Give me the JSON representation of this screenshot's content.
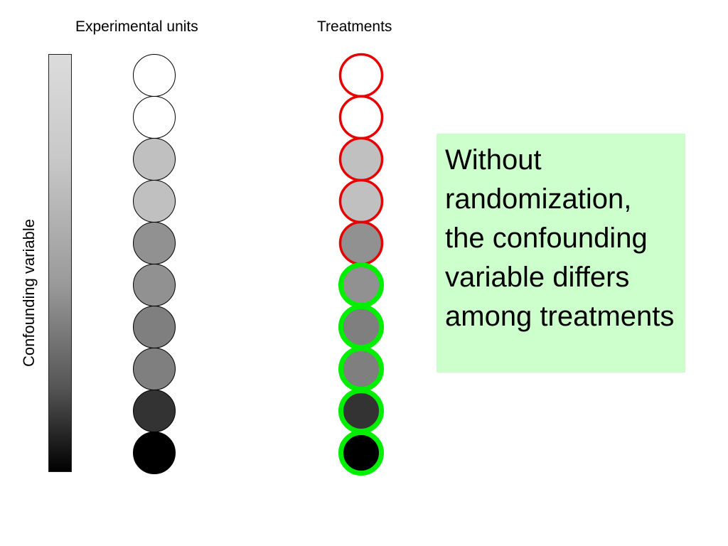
{
  "labels": {
    "experimental_units": "Experimental units",
    "treatments": "Treatments",
    "confounding_axis": "Confounding variable"
  },
  "note": "Without randomization, the confounding variable differs among treatments",
  "units": [
    {
      "fill": "#ffffff"
    },
    {
      "fill": "#ffffff"
    },
    {
      "fill": "#c0c0c0"
    },
    {
      "fill": "#c0c0c0"
    },
    {
      "fill": "#919191"
    },
    {
      "fill": "#919191"
    },
    {
      "fill": "#7f7f7f"
    },
    {
      "fill": "#7f7f7f"
    },
    {
      "fill": "#333333"
    },
    {
      "fill": "#000000"
    }
  ],
  "treatments": [
    {
      "fill": "#ffffff",
      "group": "red"
    },
    {
      "fill": "#ffffff",
      "group": "red"
    },
    {
      "fill": "#c0c0c0",
      "group": "red"
    },
    {
      "fill": "#c0c0c0",
      "group": "red"
    },
    {
      "fill": "#919191",
      "group": "red"
    },
    {
      "fill": "#919191",
      "group": "green"
    },
    {
      "fill": "#7f7f7f",
      "group": "green"
    },
    {
      "fill": "#7f7f7f",
      "group": "green"
    },
    {
      "fill": "#333333",
      "group": "green"
    },
    {
      "fill": "#000000",
      "group": "green"
    }
  ],
  "colors": {
    "red_treatment": "#e60000",
    "green_treatment": "#00ee00",
    "note_background": "#ccffcc"
  }
}
